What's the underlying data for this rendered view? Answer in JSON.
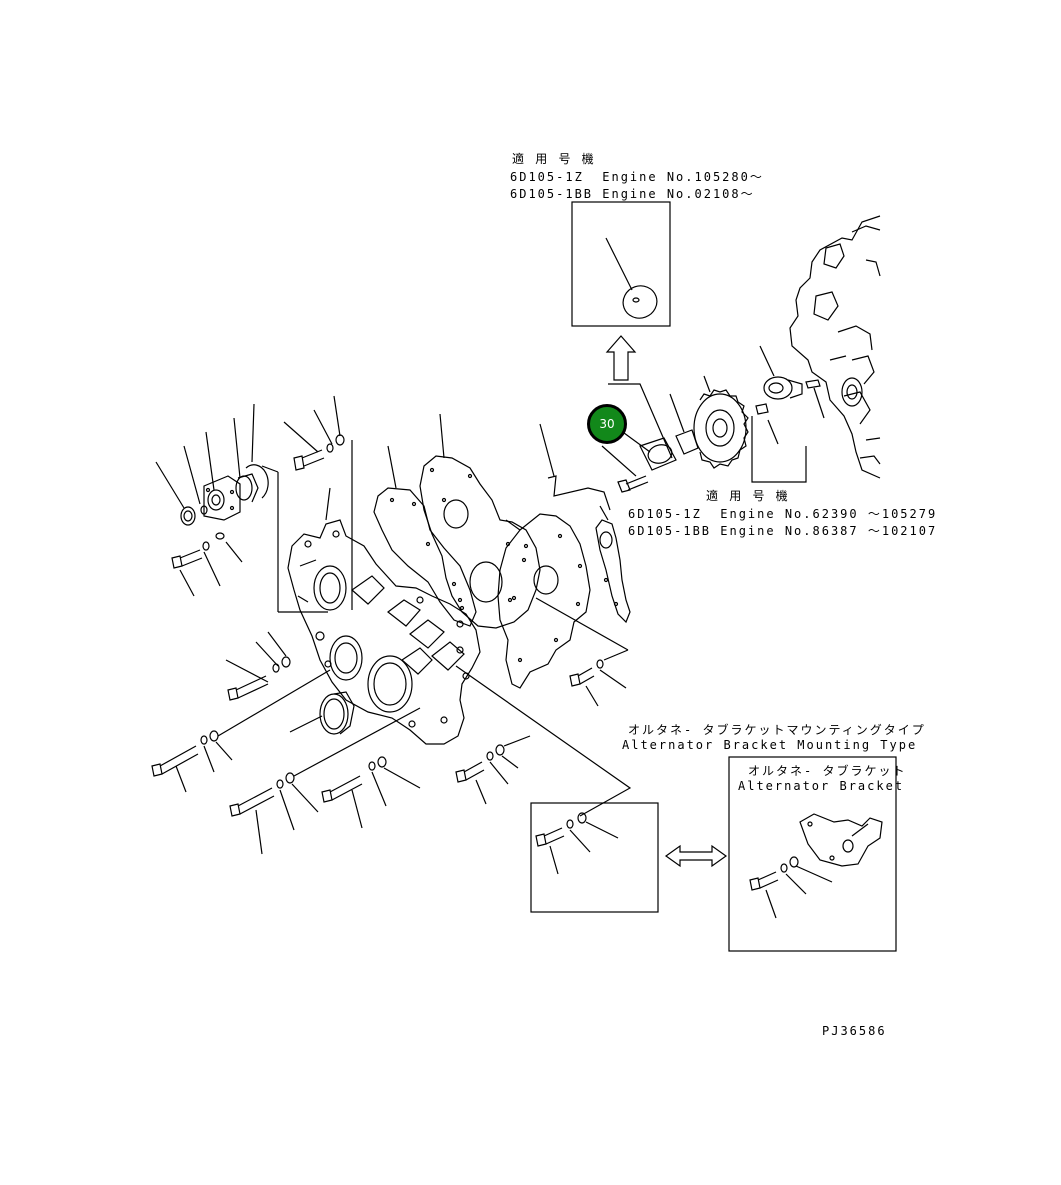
{
  "top_note": {
    "heading": "適 用 号 機",
    "line1": "6D105-1Z  Engine No.105280～",
    "line2": "6D105-1BB Engine No.02108～"
  },
  "right_note": {
    "heading": "適 用 号 機",
    "line1": "6D105-1Z  Engine No.62390 ～105279",
    "line2": "6D105-1BB Engine No.86387 ～102107"
  },
  "alternator_type": {
    "jp": "オルタネ- タブラケットマウンティングタイプ",
    "en": "Alternator Bracket Mounting Type"
  },
  "alternator_bracket": {
    "jp": "オルタネ- タブラケット",
    "en": "Alternator Bracket"
  },
  "callout": {
    "label": "30",
    "color": "#12881a"
  },
  "drawing_code": "PJ36586"
}
